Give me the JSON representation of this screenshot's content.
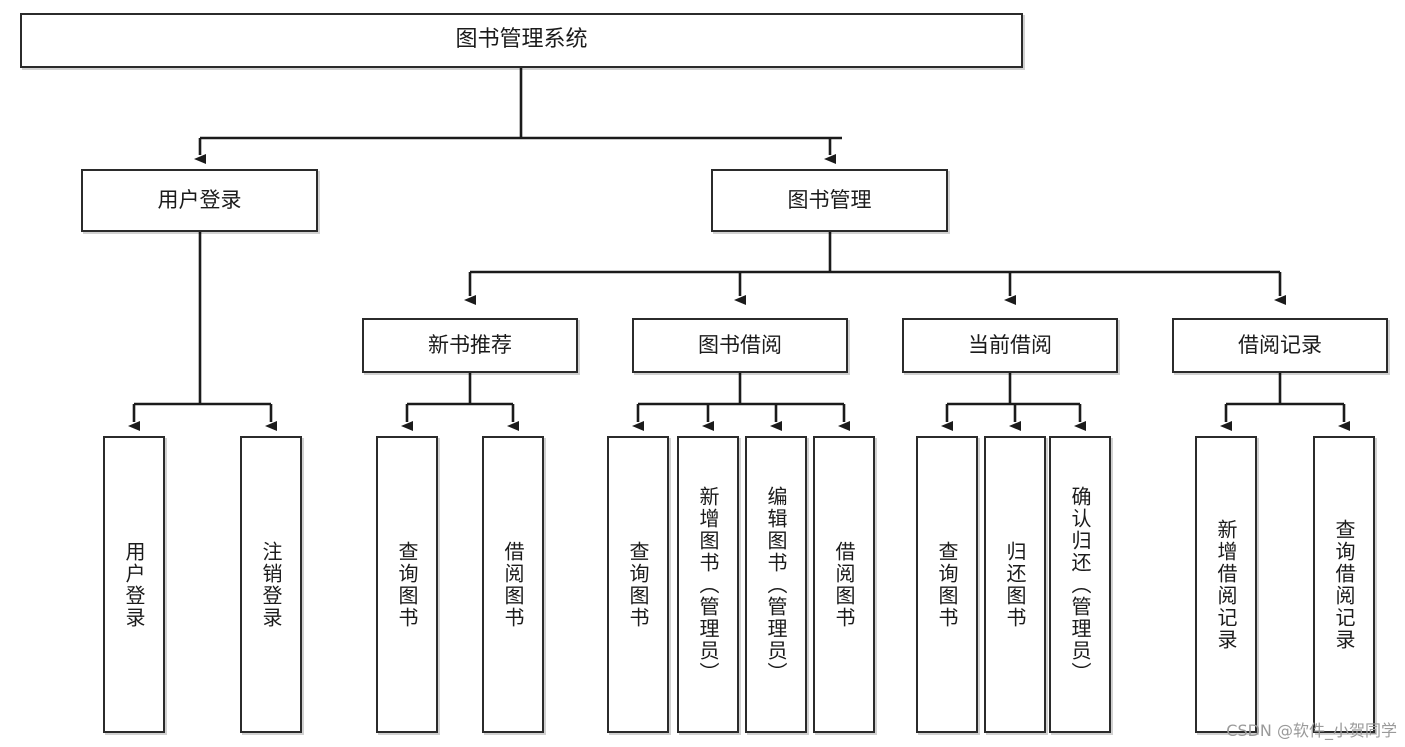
{
  "diagram": {
    "title": "图书管理系统",
    "type": "hierarchy-tree",
    "watermark": "CSDN @软件_小贺同学",
    "colors": {
      "box_border": "#2b2b2b",
      "box_fill": "#ffffff",
      "connector": "#1b1b1b",
      "text": "#1b1b1b",
      "watermark": "#9a9a9a"
    },
    "nodes": {
      "root": {
        "label": "图书管理系统"
      },
      "level2": [
        {
          "label": "用户登录"
        },
        {
          "label": "图书管理"
        }
      ],
      "level3": [
        {
          "label": "新书推荐"
        },
        {
          "label": "图书借阅"
        },
        {
          "label": "当前借阅"
        },
        {
          "label": "借阅记录"
        }
      ],
      "leaves": {
        "user_login": [
          {
            "label": "用户登录"
          },
          {
            "label": "注销登录"
          }
        ],
        "new_book_recommend": [
          {
            "label": "查询图书"
          },
          {
            "label": "借阅图书"
          }
        ],
        "book_borrow": [
          {
            "label": "查询图书"
          },
          {
            "label": "新增图书（管理员）"
          },
          {
            "label": "编辑图书（管理员）"
          },
          {
            "label": "借阅图书"
          }
        ],
        "current_borrow": [
          {
            "label": "查询图书"
          },
          {
            "label": "归还图书"
          },
          {
            "label": "确认归还（管理员）"
          }
        ],
        "borrow_record": [
          {
            "label": "新增借阅记录"
          },
          {
            "label": "查询借阅记录"
          }
        ]
      }
    }
  }
}
